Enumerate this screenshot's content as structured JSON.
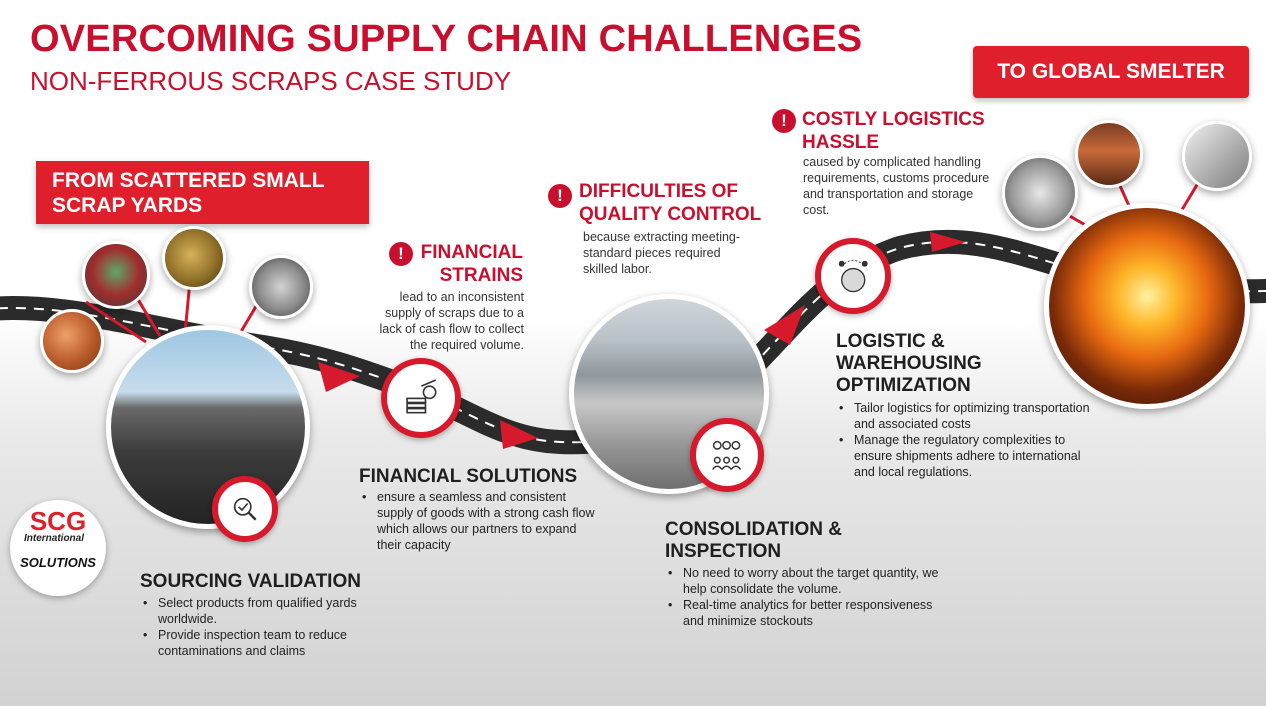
{
  "header": {
    "title": "OVERCOMING SUPPLY CHAIN CHALLENGES",
    "subtitle": "NON-FERROUS SCRAPS CASE STUDY"
  },
  "banners": {
    "from": "FROM  SCATTERED SMALL SCRAP YARDS",
    "to": "TO GLOBAL SMELTER"
  },
  "challenges": {
    "financial": {
      "title": "FINANCIAL STRAINS",
      "desc": "lead to an inconsistent supply of scraps due to a lack of cash flow to collect the required volume."
    },
    "quality": {
      "title": "DIFFICULTIES OF QUALITY CONTROL",
      "desc": "because extracting meeting-standard pieces required skilled labor."
    },
    "logistics": {
      "title": "COSTLY LOGISTICS HASSLE",
      "desc": "caused by complicated handling requirements, customs procedure and transportation and storage cost."
    }
  },
  "solutions": {
    "sourcing": {
      "title": "SOURCING VALIDATION",
      "items": [
        "Select products from qualified yards worldwide.",
        "Provide inspection team to reduce contaminations and claims"
      ]
    },
    "financial": {
      "title": "FINANCIAL SOLUTIONS",
      "items": [
        "ensure a seamless and consistent supply of goods with a strong cash flow which allows our partners to expand their capacity"
      ]
    },
    "consolidation": {
      "title": "CONSOLIDATION & INSPECTION",
      "items": [
        "No need to worry about the target quantity, we help consolidate the volume.",
        "Real-time analytics for better responsiveness and minimize stockouts"
      ]
    },
    "logistic": {
      "title": "LOGISTIC & WAREHOUSING OPTIMIZATION",
      "items": [
        "Tailor logistics for optimizing transportation and associated costs",
        "Manage the regulatory complexities to ensure shipments adhere to international and local regulations."
      ]
    }
  },
  "logo": {
    "brand": "SCG",
    "sub": "International",
    "tag": "SOLUTIONS"
  },
  "icons": [
    "warning-icon",
    "magnifier-search-icon",
    "money-hand-icon",
    "people-location-icon",
    "globe-route-icon"
  ],
  "colors": {
    "accent": "#c8102e",
    "banner": "#e01f2d",
    "road": "#2b2b2b"
  }
}
